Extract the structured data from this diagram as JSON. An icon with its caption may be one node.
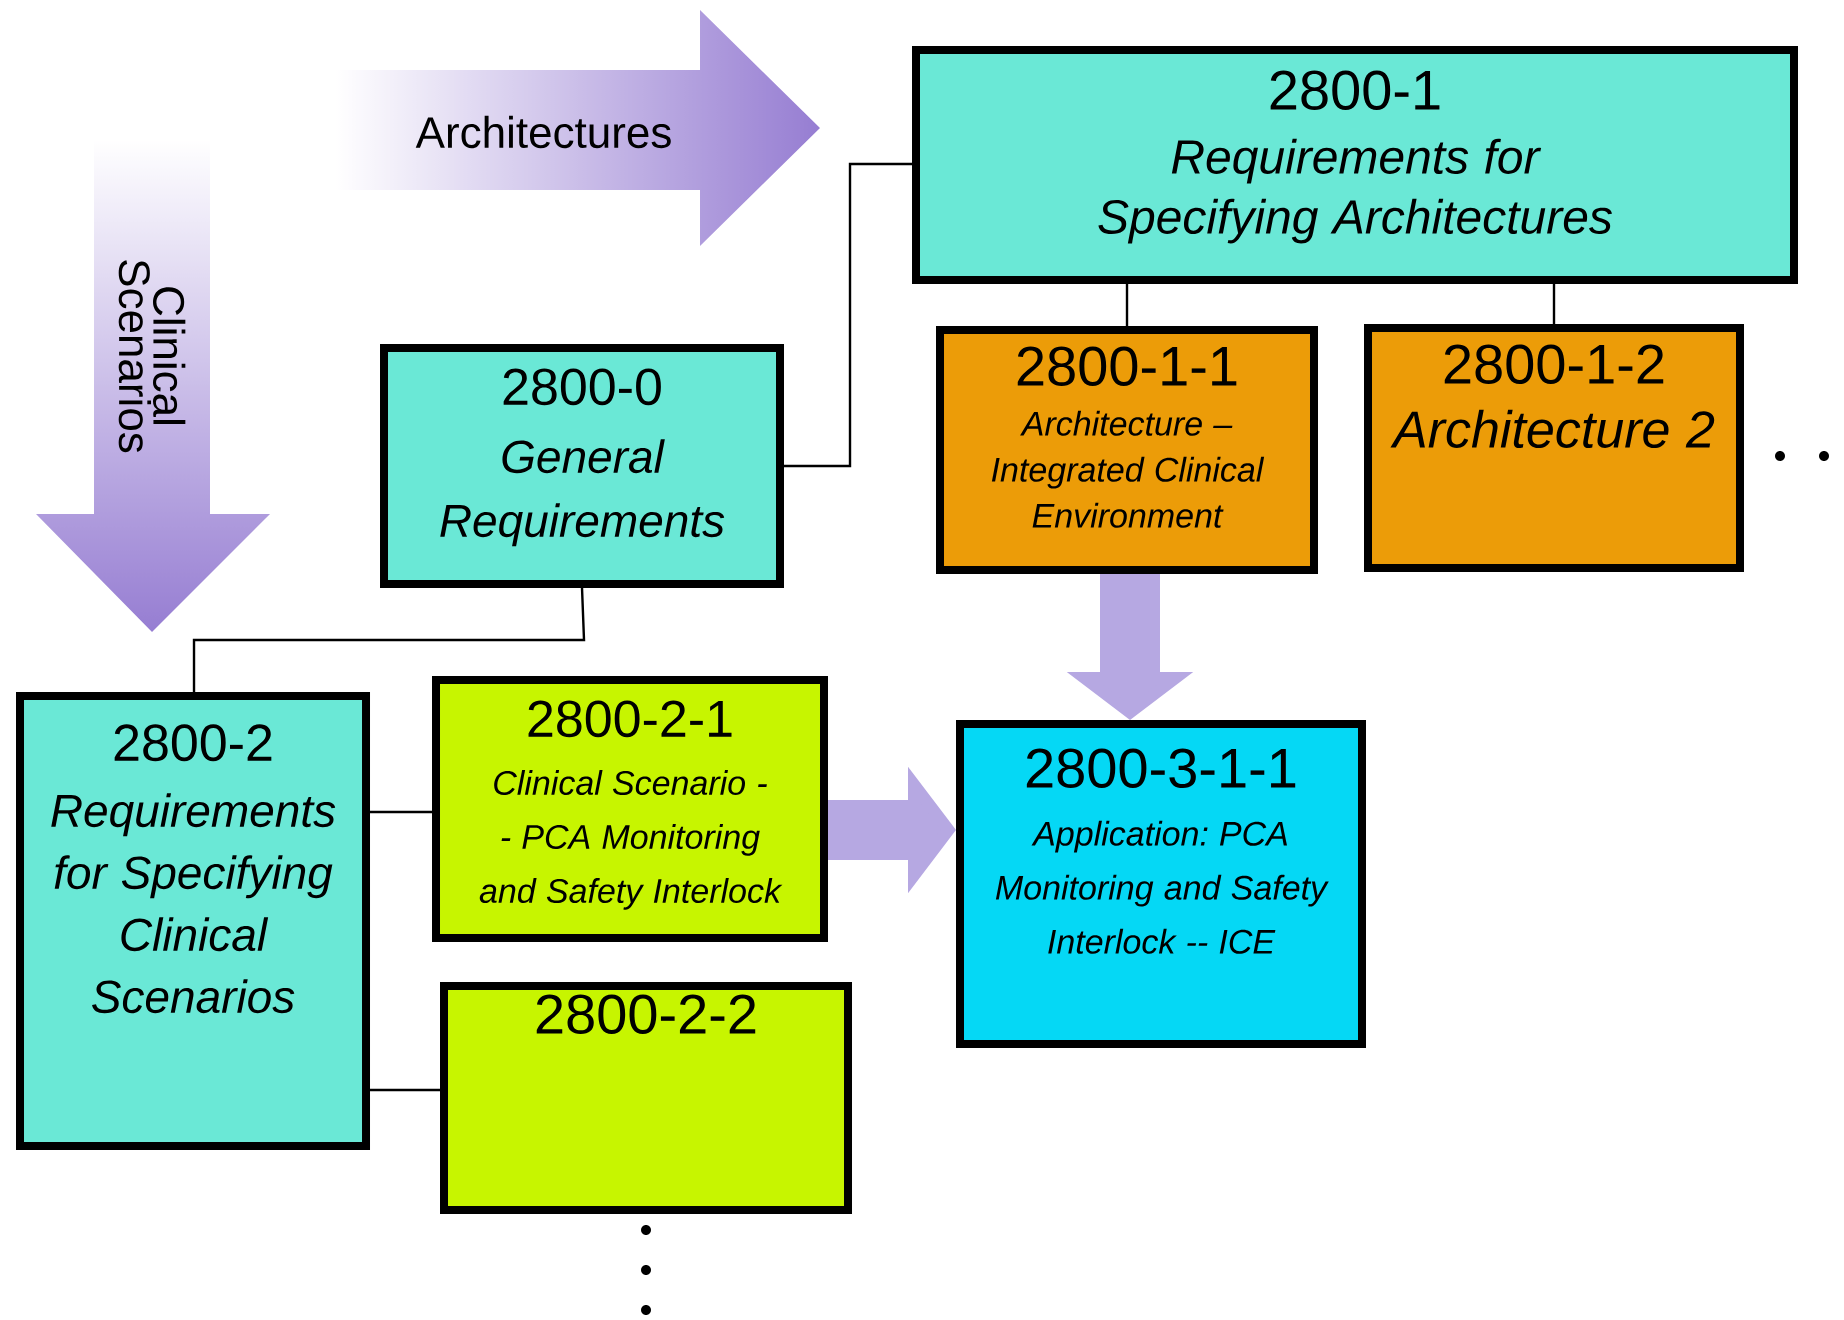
{
  "diagram": {
    "nodes": [
      {
        "text": [
          "2800-1",
          "Requirements for Specifying Architectures"
        ]
      },
      {
        "text": [
          "2800-0",
          "General Requirements"
        ]
      },
      {
        "text": [
          "2800-1-1",
          "Architecture – Integrated Clinical Environment"
        ]
      },
      {
        "text": [
          "2800-1-2",
          "Architecture 2"
        ]
      },
      {
        "text": [
          "2800-2",
          "Requirements for Specifying Clinical Scenarios"
        ]
      },
      {
        "text": [
          "2800-2-1",
          "Clinical Scenario -- PCA Monitoring and Safety Interlock"
        ]
      },
      {
        "text": [
          "2800-2-2"
        ]
      },
      {
        "text": [
          "2800-3-1-1",
          "Application: PCA Monitoring and Safety Interlock -- ICE"
        ]
      }
    ],
    "edges": [
      {
        "from": 1,
        "to": 0,
        "arrow": "none"
      },
      {
        "from": 0,
        "to": 2,
        "arrow": "none"
      },
      {
        "from": 0,
        "to": 3,
        "arrow": "none"
      },
      {
        "from": 1,
        "to": 4,
        "arrow": "none"
      },
      {
        "from": 4,
        "to": 5,
        "arrow": "none"
      },
      {
        "from": 4,
        "to": 6,
        "arrow": "none"
      },
      {
        "from": 2,
        "to": 7,
        "arrow": "to",
        "style": "thick",
        "color": "#b6a8e2"
      },
      {
        "from": 5,
        "to": 7,
        "arrow": "to",
        "style": "thick",
        "color": "#b6a8e2"
      }
    ],
    "labels": [
      "Architectures",
      "Clinical Scenarios"
    ]
  }
}
